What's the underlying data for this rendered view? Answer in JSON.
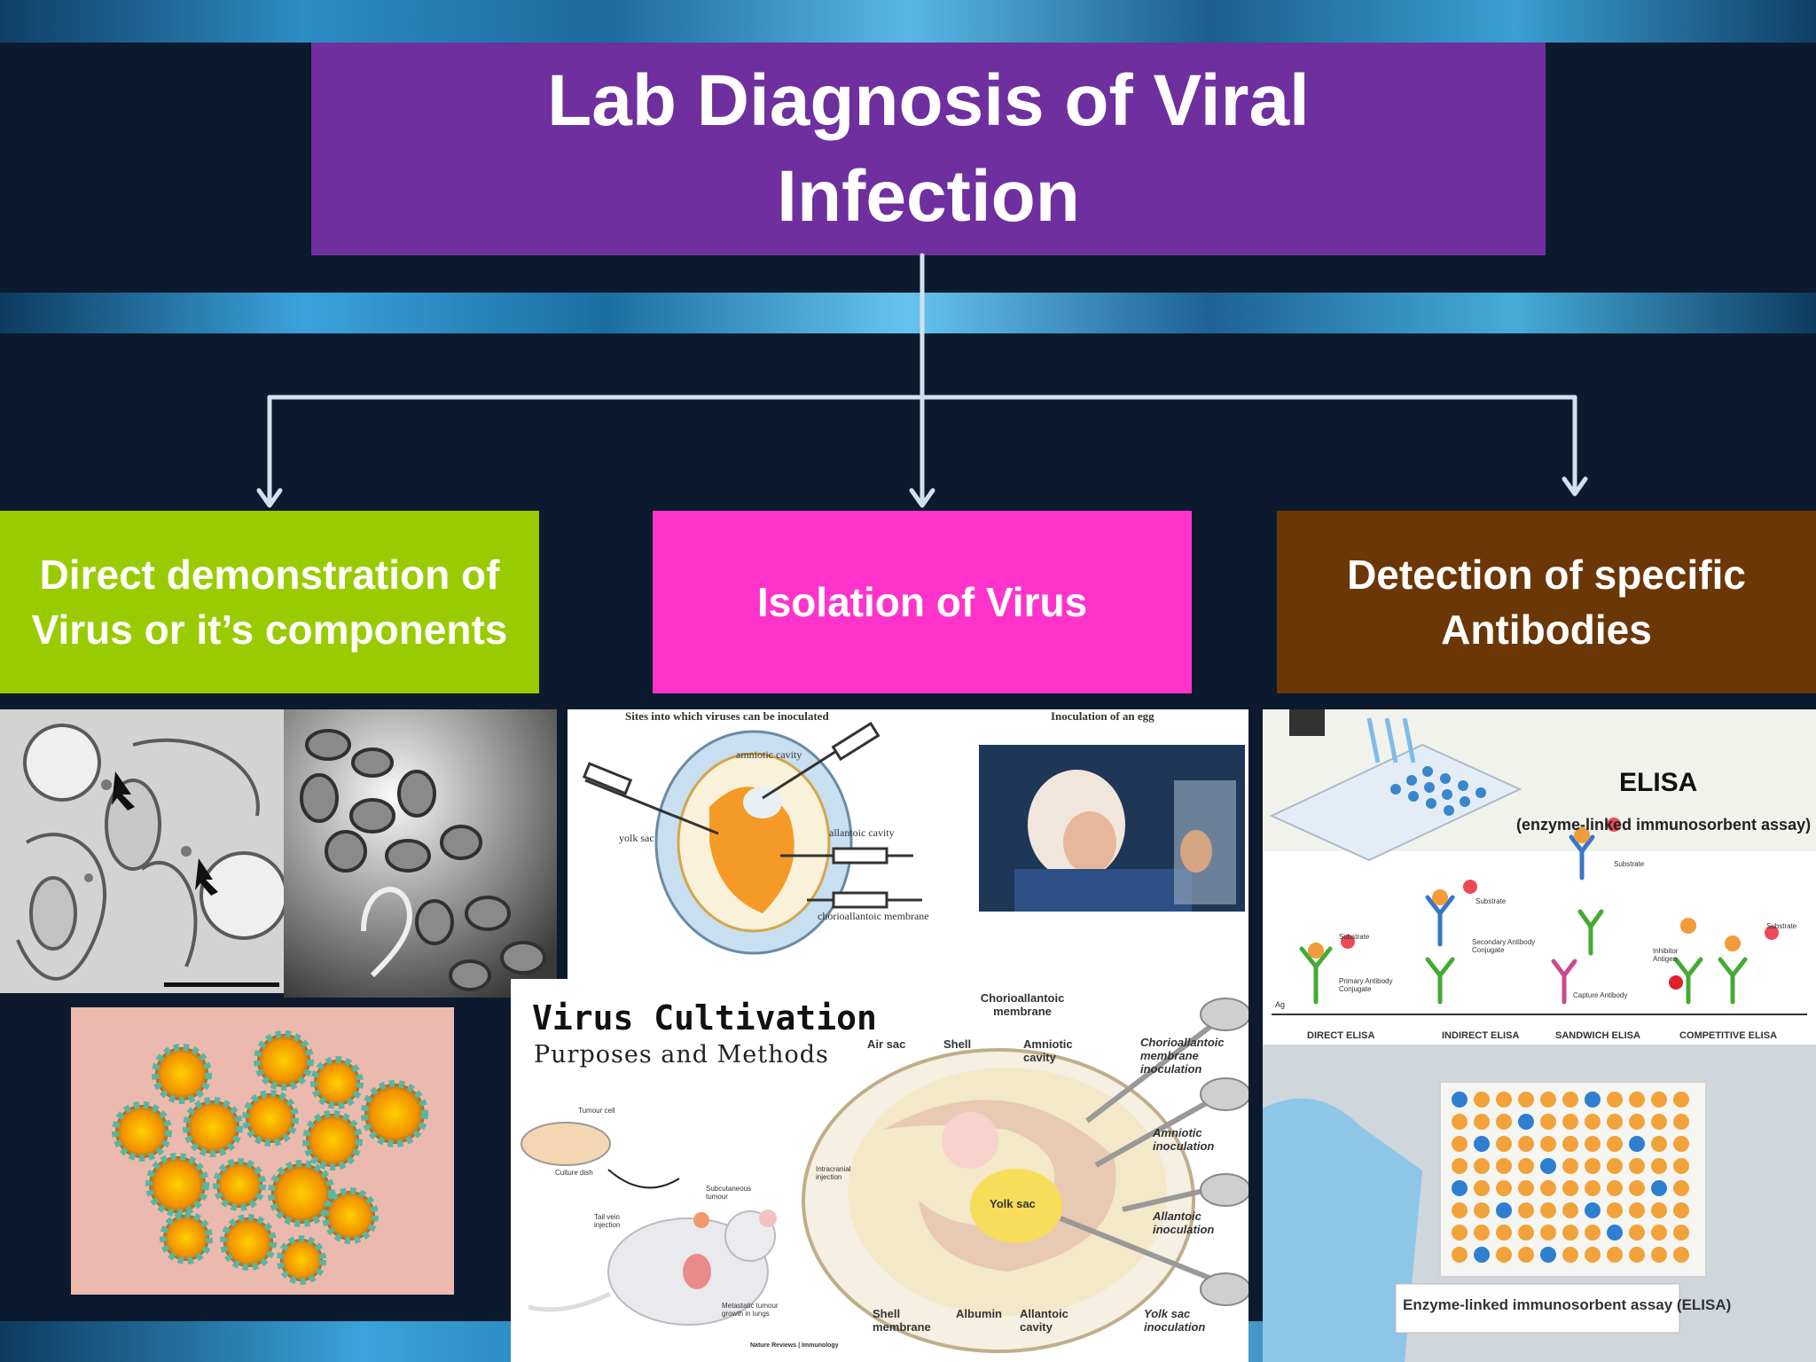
{
  "title": "Lab Diagnosis of Viral Infection",
  "categories": [
    {
      "label": "Direct demonstration of Virus or it’s components",
      "color": "#99cc00"
    },
    {
      "label": "Isolation of Virus",
      "color": "#ff33cc"
    },
    {
      "label": "Detection of specific Antibodies",
      "color": "#6b3707"
    }
  ],
  "egg_diagram": {
    "heading_left": "Sites into which viruses can be inoculated",
    "heading_right": "Inoculation of an egg",
    "labels": [
      "amniotic cavity",
      "yolk sac",
      "allantoic cavity",
      "chorioallantoic membrane"
    ]
  },
  "cultivation": {
    "title": "Virus Cultivation",
    "subtitle": "Purposes and Methods",
    "mouse_labels": [
      "Tumour cell",
      "Culture dish",
      "Subcutaneous tumour",
      "Intracranial injection",
      "Tail vein injection",
      "Metastatic tumour growth in lungs"
    ],
    "credit": "Nature Reviews | Immunology",
    "egg_labels": {
      "chorioallantoic_membrane": "Chorioallantoic membrane",
      "air_sac": "Air sac",
      "shell": "Shell",
      "amniotic_cavity": "Amniotic cavity",
      "cam_inoculation": "Chorioallantoic membrane inoculation",
      "amniotic_inoculation": "Amniotic inoculation",
      "yolk_sac": "Yolk sac",
      "allantoic_inoculation": "Allantoic inoculation",
      "shell_membrane": "Shell membrane",
      "albumin": "Albumin",
      "allantoic_cavity": "Allantoic cavity",
      "yolk_sac_inoculation": "Yolk sac inoculation"
    }
  },
  "elisa": {
    "title": "ELISA",
    "subtitle": "(enzyme-linked immunosorbent assay)",
    "types": [
      "DIRECT ELISA",
      "INDIRECT ELISA",
      "SANDWICH ELISA",
      "COMPETITIVE ELISA"
    ],
    "small_labels": {
      "substrate": "Substrate",
      "primary": "Primary Antibody Conjugate",
      "secondary": "Secondary Antibody Conjugate",
      "capture": "Capture Antibody",
      "inhibitor": "Inhibitor Antigen",
      "ag": "Ag"
    },
    "caption": "Enzyme-linked immunosorbent assay (ELISA)"
  }
}
